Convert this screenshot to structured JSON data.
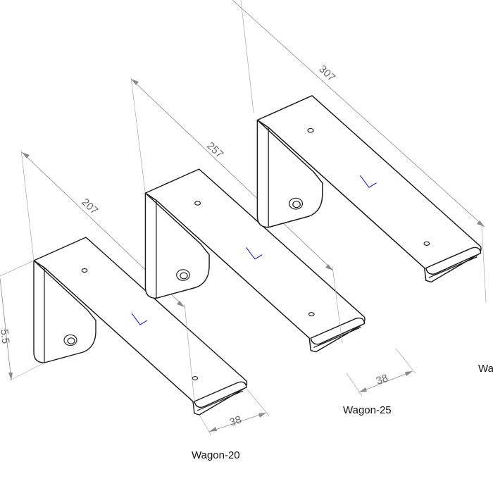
{
  "brackets": [
    {
      "label": "Wagon-20",
      "length_dim": "207",
      "width_dim": "38",
      "height_dim": "5.5"
    },
    {
      "label": "Wagon-25",
      "length_dim": "257",
      "width_dim": "38"
    },
    {
      "label": "Wa",
      "length_dim": "307"
    }
  ]
}
